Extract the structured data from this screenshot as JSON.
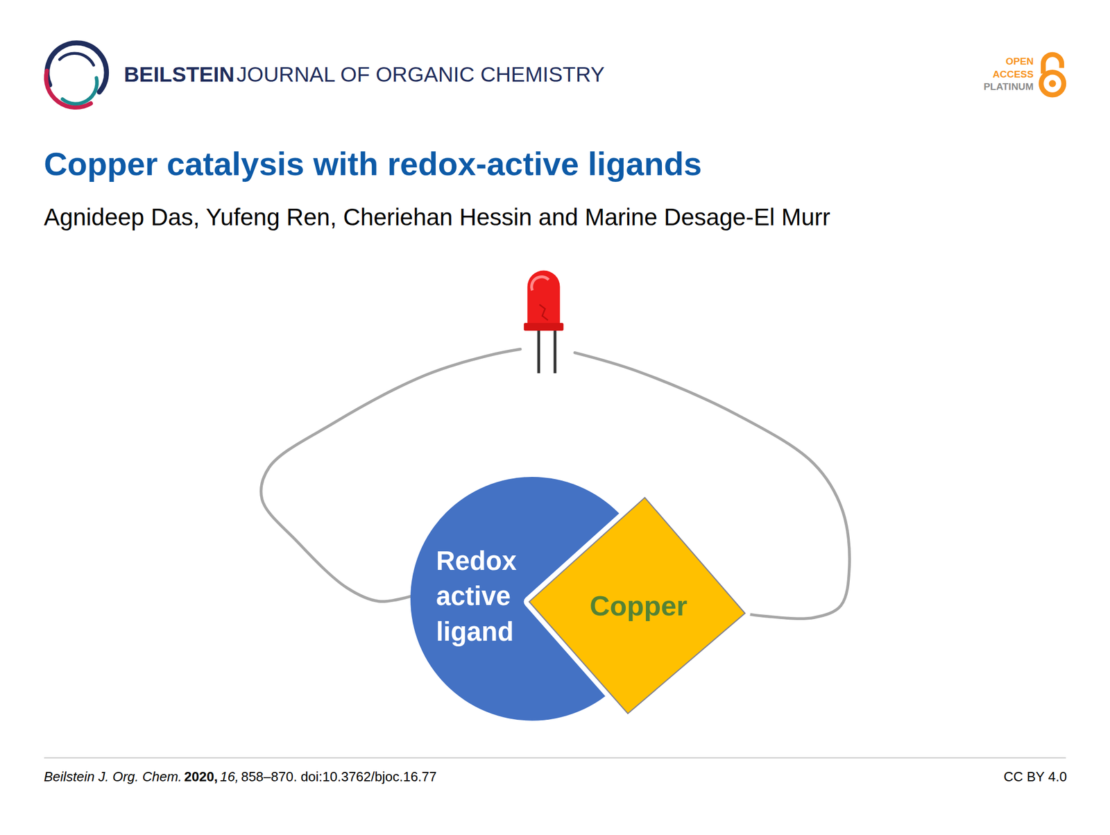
{
  "diagram": {
    "title": "Copper catalysis with redox-active ligands",
    "nodes": [
      {
        "text": [
          "Redox active ligand"
        ]
      },
      {
        "text": [
          "Copper"
        ]
      }
    ],
    "edges": [
      {
        "from": 0,
        "to": 1,
        "arrow": "none"
      }
    ],
    "labels": [
      "BEILSTEIN",
      "JOURNAL OF ORGANIC CHEMISTRY",
      "OPEN",
      "ACCESS",
      "PLATINUM",
      "Agnideep Das, Yufeng Ren, Cheriehan Hessin and Marine Desage-El Murr",
      "Beilstein J. Org. Chem.",
      "2020,",
      "16,",
      "858–870. doi:10.3762/bjoc.16.77",
      "CC BY 4.0"
    ]
  }
}
